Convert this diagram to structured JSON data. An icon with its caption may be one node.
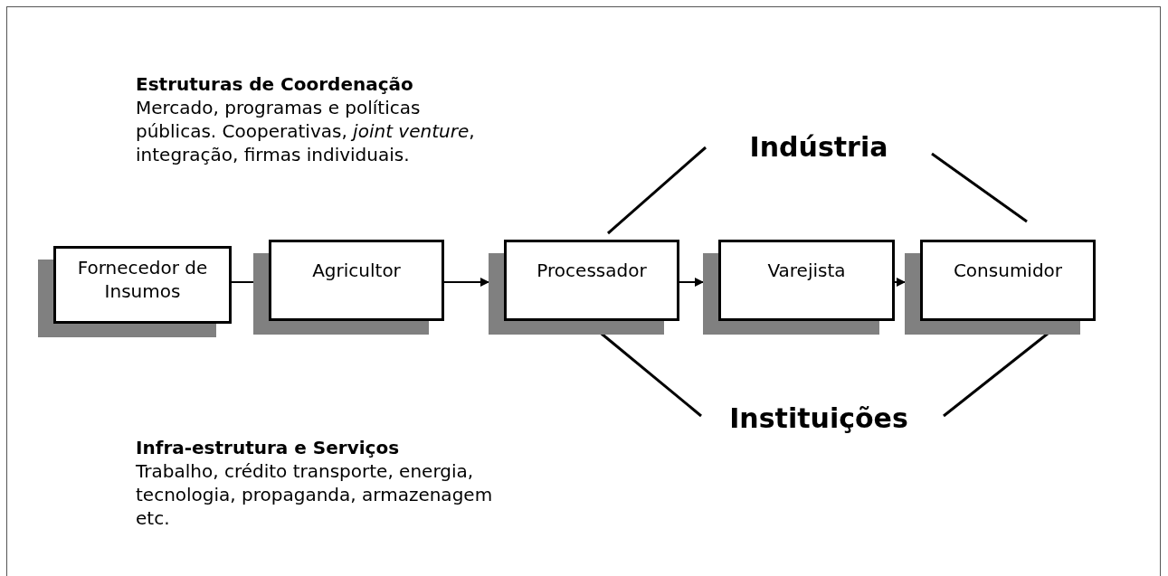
{
  "diagram": {
    "nodes": [
      {
        "text": [
          "Fornecedor de Insumos"
        ]
      },
      {
        "text": [
          "Agricultor"
        ]
      },
      {
        "text": [
          "Processador"
        ]
      },
      {
        "text": [
          "Varejista"
        ]
      },
      {
        "text": [
          "Consumidor"
        ]
      },
      {
        "text": [
          "Indústria"
        ]
      },
      {
        "text": [
          "Instituições"
        ]
      }
    ],
    "edges": [
      {
        "from": 0,
        "to": 1,
        "arrow": "none"
      },
      {
        "from": 1,
        "to": 2,
        "arrow": "to"
      },
      {
        "from": 2,
        "to": 3,
        "arrow": "to"
      },
      {
        "from": 3,
        "to": 4,
        "arrow": "to"
      },
      {
        "from": 2,
        "to": 5,
        "arrow": "none"
      },
      {
        "from": 5,
        "to": 4,
        "arrow": "none"
      },
      {
        "from": 2,
        "to": 6,
        "arrow": "none"
      },
      {
        "from": 6,
        "to": 4,
        "arrow": "none"
      }
    ],
    "labels": [
      "Estruturas de Coordenação",
      "Mercado, programas e políticas públicas. Cooperativas, *joint venture*, integração, firmas individuais.",
      "Infra-estrutura e Serviços",
      "Trabalho, crédito transporte, energia, tecnologia, propaganda, armazenagem etc."
    ]
  }
}
